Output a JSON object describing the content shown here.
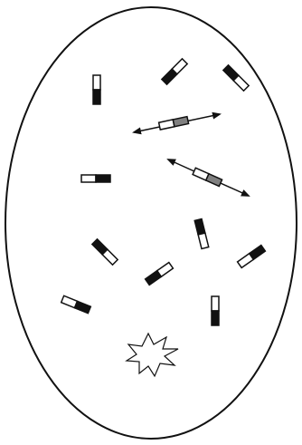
{
  "diagram": {
    "description_color_dark": "#111111",
    "description_color_mid": "#808080",
    "description_color_light": "#ffffff",
    "elements": [
      "oval-boundary",
      "bicolor-rod",
      "double-arrow",
      "starburst"
    ]
  }
}
